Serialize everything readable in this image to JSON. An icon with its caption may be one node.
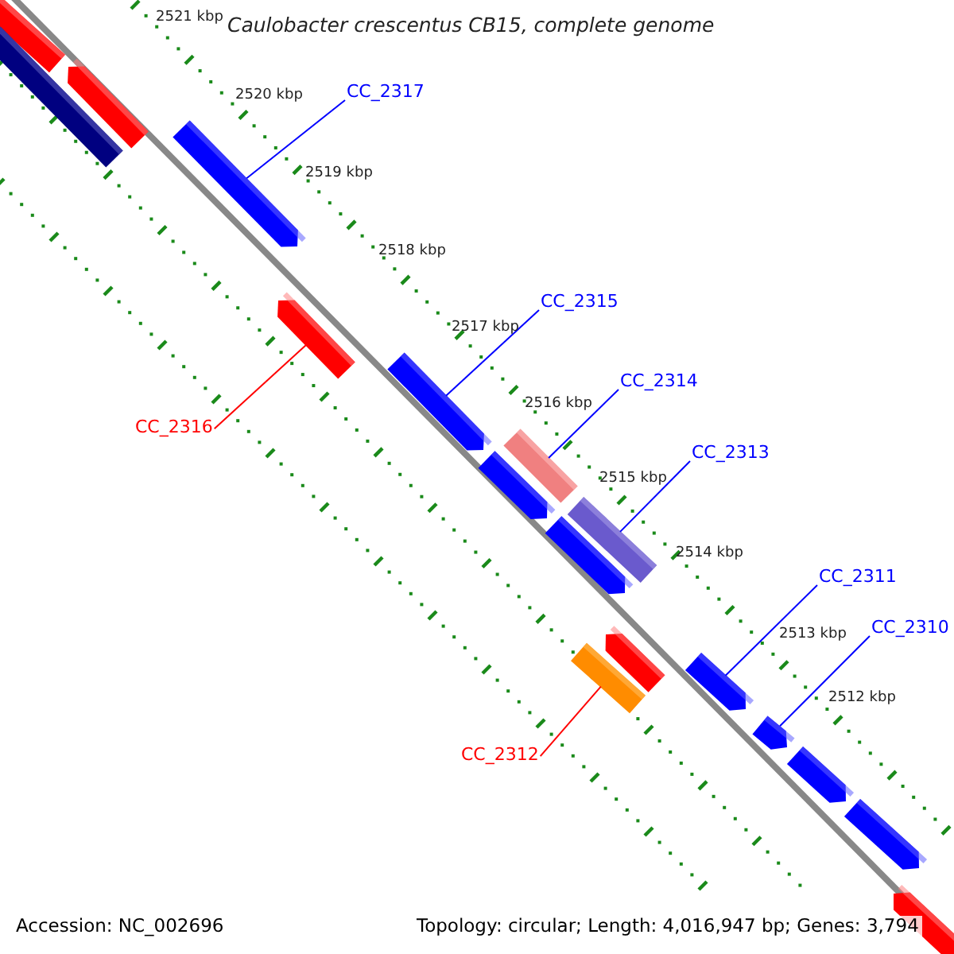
{
  "diagram": {
    "title": "Caulobacter crescentus CB15, complete genome",
    "nodes": [
      {
        "text": [
          "CC_2317"
        ]
      },
      {
        "text": [],
        "shape": "bar"
      },
      {
        "text": [
          "CC_2315"
        ]
      },
      {
        "text": [],
        "shape": "bar"
      },
      {
        "text": [
          "CC_2314"
        ]
      },
      {
        "text": [],
        "shape": "bar"
      },
      {
        "text": [
          "CC_2316"
        ]
      },
      {
        "text": [],
        "shape": "bar"
      },
      {
        "text": [
          "CC_2313"
        ]
      },
      {
        "text": [],
        "shape": "bar"
      },
      {
        "text": [
          "CC_2311"
        ]
      },
      {
        "text": [],
        "shape": "bar"
      },
      {
        "text": [
          "CC_2310"
        ]
      },
      {
        "text": [],
        "shape": "bar"
      },
      {
        "text": [
          "CC_2312"
        ]
      },
      {
        "text": [],
        "shape": "bar"
      },
      {
        "text": [],
        "shape": "bar"
      },
      {
        "text": [],
        "shape": "bar"
      },
      {
        "text": [],
        "shape": "bar"
      },
      {
        "text": [],
        "shape": "bar"
      },
      {
        "text": [],
        "shape": "bar"
      },
      {
        "text": [],
        "shape": "bar"
      },
      {
        "text": [],
        "shape": "bar"
      },
      {
        "text": [],
        "shape": "bar"
      },
      {
        "text": [],
        "shape": "bar"
      }
    ],
    "edges": [
      {
        "from": 0,
        "to": 1,
        "arrow": "none"
      },
      {
        "from": 2,
        "to": 3,
        "arrow": "none"
      },
      {
        "from": 4,
        "to": 5,
        "arrow": "none"
      },
      {
        "from": 6,
        "to": 7,
        "arrow": "none",
        "color": "#ff0000"
      },
      {
        "from": 8,
        "to": 9,
        "arrow": "none"
      },
      {
        "from": 10,
        "to": 11,
        "arrow": "none"
      },
      {
        "from": 12,
        "to": 13,
        "arrow": "none"
      },
      {
        "from": 14,
        "to": 15,
        "arrow": "none",
        "color": "#ff0000"
      }
    ],
    "labels": [
      "2521 kbp",
      "2520 kbp",
      "2519 kbp",
      "2518 kbp",
      "2517 kbp",
      "2516 kbp",
      "2515 kbp",
      "2514 kbp",
      "2513 kbp",
      "2512 kbp",
      "Accession: NC_002696",
      "Topology: circular; Length: 4,016,947 bp; Genes: 3,794"
    ]
  }
}
